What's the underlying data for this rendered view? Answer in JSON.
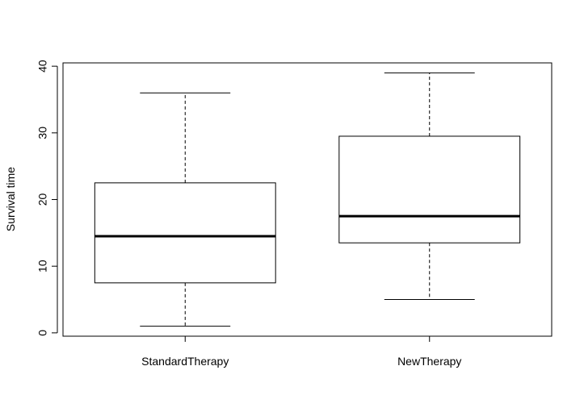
{
  "chart_data": {
    "type": "boxplot",
    "title": "",
    "xlabel": "",
    "ylabel": "Survival time",
    "ylim": [
      -0.5,
      40.5
    ],
    "yticks": [
      0,
      10,
      20,
      30,
      40
    ],
    "categories": [
      "StandardTherapy",
      "NewTherapy"
    ],
    "boxes": [
      {
        "name": "StandardTherapy",
        "min": 1,
        "q1": 7.5,
        "median": 14.5,
        "q3": 22.5,
        "max": 36
      },
      {
        "name": "NewTherapy",
        "min": 5,
        "q1": 13.5,
        "median": 17.5,
        "q3": 29.5,
        "max": 39
      }
    ],
    "grid": false,
    "legend": "none"
  }
}
